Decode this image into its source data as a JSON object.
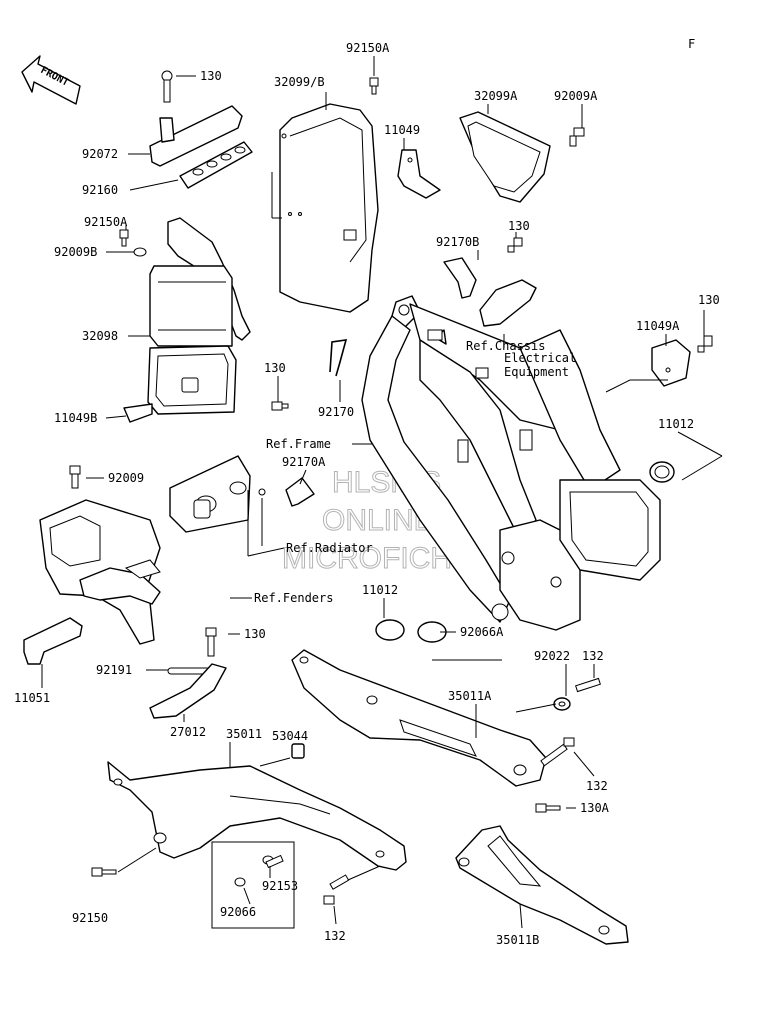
{
  "page": {
    "corner_letter": "F"
  },
  "front_arrow": {
    "text": "FRONT"
  },
  "watermark": {
    "line1": "HLSM'S",
    "line2": "ONLINE",
    "line3": "MICROFICHE"
  },
  "labels": {
    "l130_top": "130",
    "l92072": "92072",
    "l92160": "92160",
    "l92150A_top": "92150A",
    "l32099B": "32099/B",
    "l11049": "11049",
    "l32099A": "32099A",
    "l92009A": "92009A",
    "l92150A_left": "92150A",
    "l92009B": "92009B",
    "l32098": "32098",
    "l11049B": "11049B",
    "l130_mid": "130",
    "l92170": "92170",
    "l92170B": "92170B",
    "l130_b": "130",
    "l130_right": "130",
    "l11049A": "11049A",
    "ref_chassis_1": "Ref.Chassis",
    "ref_chassis_2": "Electrical",
    "ref_chassis_3": "Equipment",
    "ref_frame": "Ref.Frame",
    "l92170A": "92170A",
    "l92009": "92009",
    "l11012_right": "11012",
    "ref_radiator": "Ref.Radiator",
    "ref_fenders": "Ref.Fenders",
    "l11051": "11051",
    "l11012_mid": "11012",
    "l92066A": "92066A",
    "l130_c": "130",
    "l92191": "92191",
    "l27012": "27012",
    "l132_top": "132",
    "l92022": "92022",
    "l35011A": "35011A",
    "l35011": "35011",
    "l53044": "53044",
    "l132_mid": "132",
    "l130A": "130A",
    "l92150": "92150",
    "l92153": "92153",
    "l92066": "92066",
    "l132_bot": "132",
    "l35011B": "35011B"
  }
}
